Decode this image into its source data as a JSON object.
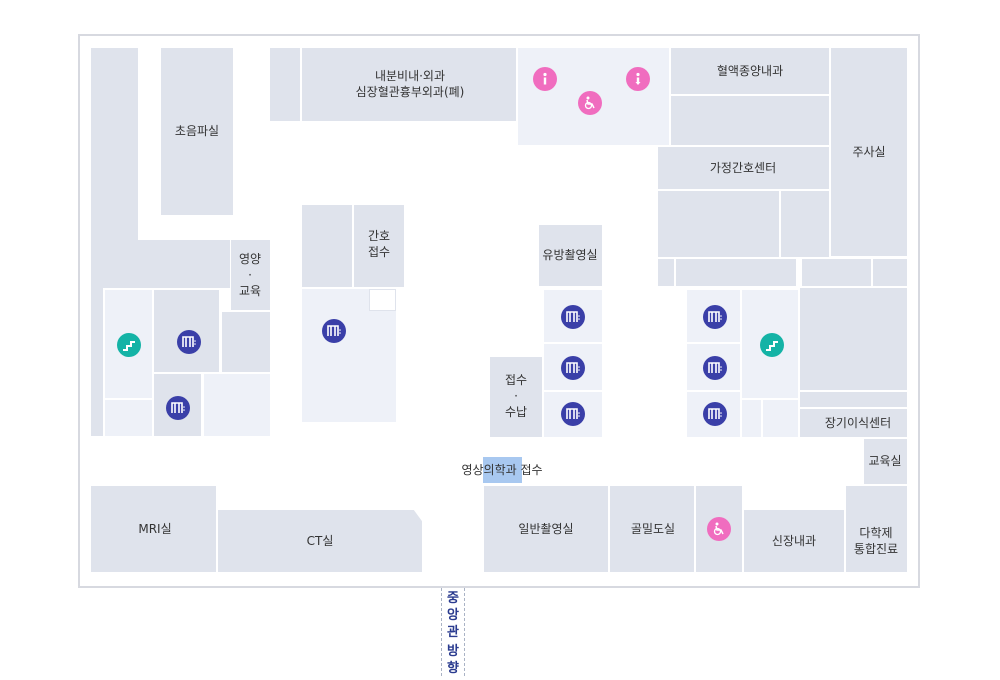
{
  "colors": {
    "room": "#dfe3ec",
    "room_light": "#eef1f8",
    "elevator": "#3a3fa8",
    "stairs": "#14b3a6",
    "info": "#f06dbf",
    "highlight": "#a8c8f0"
  },
  "rooms": {
    "ultrasound": "초음파실",
    "internal_surgery": "내분비내·외과\n심장혈관흉부외과(폐)",
    "hemato_oncology": "혈액종양내과",
    "home_nursing": "가정간호센터",
    "injection": "주사실",
    "nutrition_edu": "영양\n·\n교육",
    "nurse_reception": "간호\n접수",
    "mammography": "유방촬영실",
    "reception_payment": "접수\n·\n수납",
    "transplant": "장기이식센터",
    "education": "교육실",
    "radiology_prefix": "영상",
    "radiology_highlight": "의학과",
    "radiology_suffix": " 접수",
    "mri": "MRI실",
    "ct": "CT실",
    "general_xray": "일반촬영실",
    "bone_density": "골밀도실",
    "nephrology": "신장내과",
    "multidisciplinary": "다학제\n통합진료"
  },
  "direction": [
    "중",
    "앙",
    "관",
    "방",
    "향"
  ],
  "icons": [
    "info-icon",
    "accessible-toilet-icon",
    "elevator-icon",
    "stairs-icon",
    "wheelchair-icon"
  ]
}
